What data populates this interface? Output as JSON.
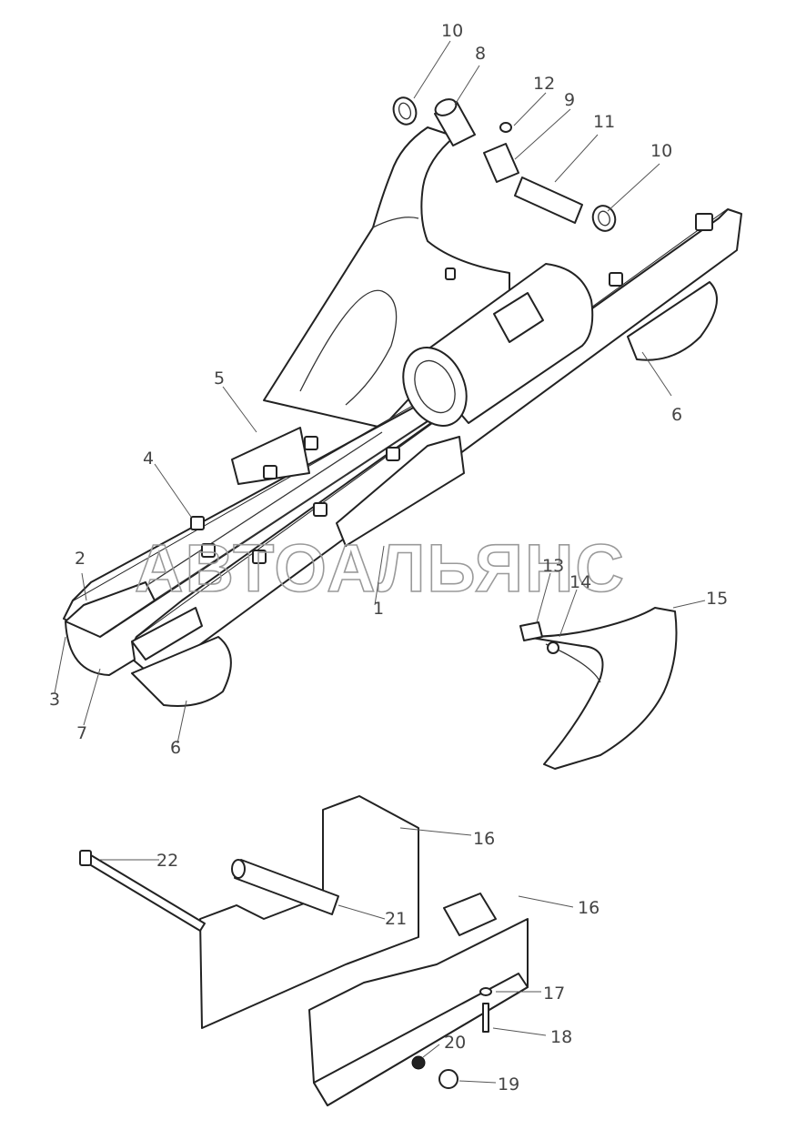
{
  "watermark": "АВТОАЛЬЯНС",
  "callouts": [
    {
      "id": "c10a",
      "label": "10"
    },
    {
      "id": "c8",
      "label": "8"
    },
    {
      "id": "c12",
      "label": "12"
    },
    {
      "id": "c9",
      "label": "9"
    },
    {
      "id": "c11",
      "label": "11"
    },
    {
      "id": "c10b",
      "label": "10"
    },
    {
      "id": "c5",
      "label": "5"
    },
    {
      "id": "c6a",
      "label": "6"
    },
    {
      "id": "c4",
      "label": "4"
    },
    {
      "id": "c2",
      "label": "2"
    },
    {
      "id": "c13",
      "label": "13"
    },
    {
      "id": "c14",
      "label": "14"
    },
    {
      "id": "c15",
      "label": "15"
    },
    {
      "id": "c1",
      "label": "1"
    },
    {
      "id": "c3",
      "label": "3"
    },
    {
      "id": "c7",
      "label": "7"
    },
    {
      "id": "c6b",
      "label": "6"
    },
    {
      "id": "c16a",
      "label": "16"
    },
    {
      "id": "c22",
      "label": "22"
    },
    {
      "id": "c21",
      "label": "21"
    },
    {
      "id": "c16b",
      "label": "16"
    },
    {
      "id": "c17",
      "label": "17"
    },
    {
      "id": "c18",
      "label": "18"
    },
    {
      "id": "c20",
      "label": "20"
    },
    {
      "id": "c19",
      "label": "19"
    }
  ]
}
